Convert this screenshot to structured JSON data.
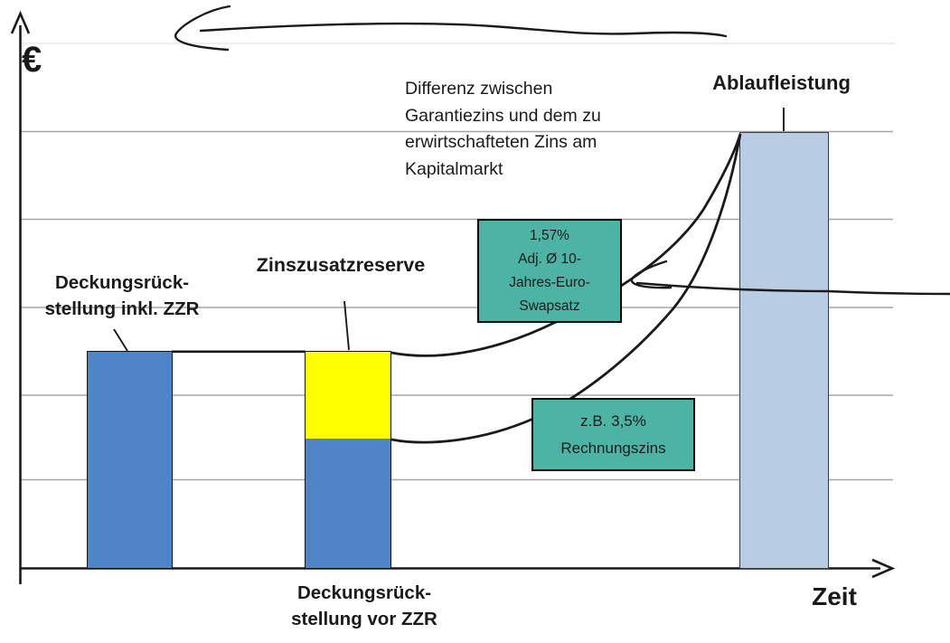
{
  "axes": {
    "y_label": "€",
    "x_label": "Zeit"
  },
  "annotation": {
    "line1": "Differenz zwischen",
    "line2": "Garantiezins und dem zu",
    "line3": "erwirtschafteten Zins am",
    "line4": "Kapitalmarkt"
  },
  "bars": {
    "left": {
      "label_line1": "Deckungsrück-",
      "label_line2": "stellung inkl. ZZR",
      "color": "#4e84c8"
    },
    "middle": {
      "top_label": "Zinszusatzreserve",
      "zzr_color": "#ffff00",
      "base_color": "#4e84c8",
      "bottom_label_line1": "Deckungsrück-",
      "bottom_label_line2": "stellung vor ZZR"
    },
    "right": {
      "label": "Ablaufleistung",
      "color": "#b8cce4"
    }
  },
  "callouts": {
    "swap": {
      "line1": "1,57%",
      "line2": "Adj. Ø 10-",
      "line3": "Jahres-Euro-",
      "line4": "Swapsatz",
      "color": "#4db3a5"
    },
    "rechnungszins": {
      "line1": "z.B. 3,5%",
      "line2": "Rechnungszins",
      "color": "#4db3a5"
    }
  },
  "colors": {
    "gridline": "#a6a6a6",
    "gridline_light": "#e8e8e8",
    "ink": "#1a1a1a"
  }
}
